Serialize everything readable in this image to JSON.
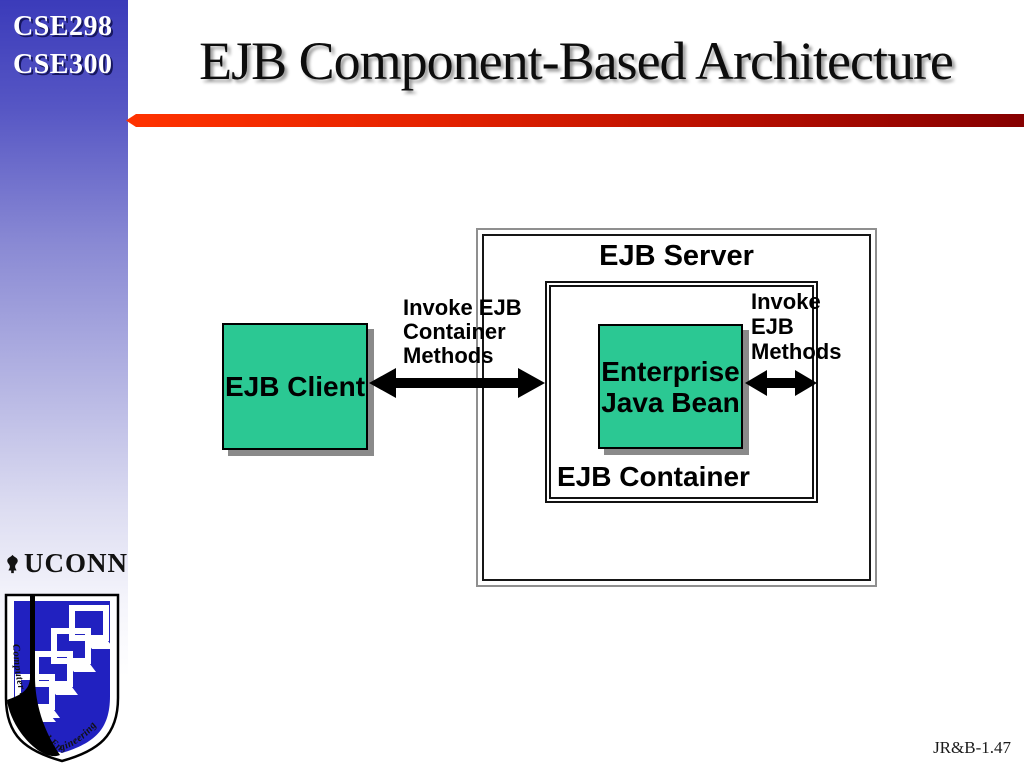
{
  "sidebar": {
    "course_codes": [
      "CSE298",
      "CSE300"
    ]
  },
  "header": {
    "title": "EJB Component-Based Architecture"
  },
  "diagram": {
    "server_label": "EJB Server",
    "container_label": "EJB Container",
    "client_label": "EJB Client",
    "bean_label": [
      "Enterprise",
      "Java Bean"
    ],
    "left_arrow_label": [
      "Invoke EJB",
      "Container",
      "Methods"
    ],
    "right_arrow_label": [
      "Invoke",
      "EJB",
      "Methods"
    ]
  },
  "logo": {
    "university": "UCONN",
    "department": "Computer Science and Engineering"
  },
  "footer": {
    "slide_ref": "JR&B-1.47"
  },
  "colors": {
    "box_green": "#2BC893",
    "bar_red_left": "#FF3300",
    "bar_red_right": "#860000",
    "sidebar_blue_top": "#3B3BBA",
    "shield_blue": "#2121C0",
    "title_text": "#0D0D0D"
  }
}
